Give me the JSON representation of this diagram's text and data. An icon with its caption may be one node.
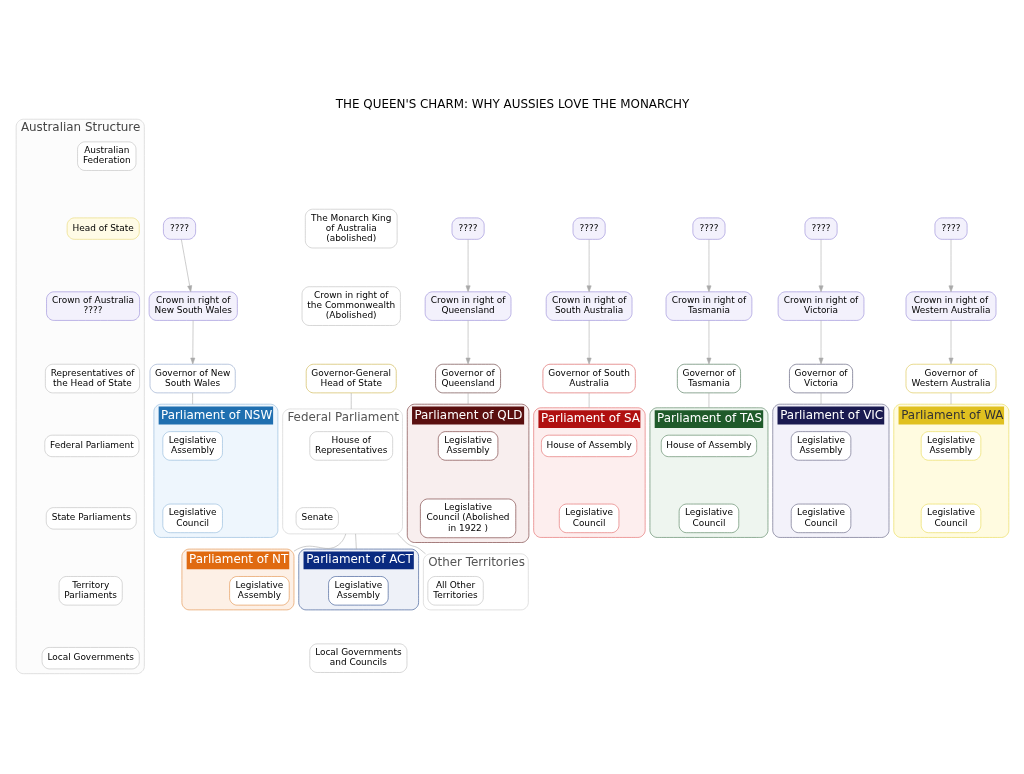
{
  "diagram": {
    "title": "THE QUEEN'S CHARM: WHY AUSSIES LOVE THE MONARCHY",
    "nodes": [
      {
        "text": [
          "Australian Structure"
        ]
      },
      {
        "text": [
          "Australian Federation"
        ],
        "in": 0
      },
      {
        "text": [
          "Head of State"
        ],
        "in": 0
      },
      {
        "text": [
          "Crown of Australia ????"
        ],
        "in": 0
      },
      {
        "text": [
          "Representatives of the Head of State"
        ],
        "in": 0
      },
      {
        "text": [
          "Federal Parliament"
        ],
        "in": 0
      },
      {
        "text": [
          "State Parliaments"
        ],
        "in": 0
      },
      {
        "text": [
          "Territory Parliaments"
        ],
        "in": 0
      },
      {
        "text": [
          "Local Governments"
        ],
        "in": 0
      },
      {
        "text": [
          "The Monarch King of Australia (abolished)"
        ]
      },
      {
        "text": [
          "????"
        ]
      },
      {
        "text": [
          "????"
        ]
      },
      {
        "text": [
          "????"
        ]
      },
      {
        "text": [
          "????"
        ]
      },
      {
        "text": [
          "????"
        ]
      },
      {
        "text": [
          "????"
        ]
      },
      {
        "text": [
          "Crown in right of New South Wales"
        ]
      },
      {
        "text": [
          "Crown in right of Queensland"
        ]
      },
      {
        "text": [
          "Crown in right of South Australia"
        ]
      },
      {
        "text": [
          "Crown in right of the Commonwealth (Abolished)"
        ]
      },
      {
        "text": [
          "Crown in right of Tasmania"
        ]
      },
      {
        "text": [
          "Crown in right of Victoria"
        ]
      },
      {
        "text": [
          "Crown in right of Western Australia"
        ]
      },
      {
        "text": [
          "Governor of New South Wales"
        ]
      },
      {
        "text": [
          "Governor of Queensland"
        ]
      },
      {
        "text": [
          "Governor of South Australia"
        ]
      },
      {
        "text": [
          "Governor-General Head of State"
        ]
      },
      {
        "text": [
          "Governor of Tasmania"
        ]
      },
      {
        "text": [
          "Governor of Victoria"
        ]
      },
      {
        "text": [
          "Governor of Western Australia"
        ]
      },
      {
        "text": [
          "Parliament of NSW"
        ]
      },
      {
        "text": [
          "Legislative Assembly"
        ],
        "in": 30
      },
      {
        "text": [
          "Legislative Council"
        ],
        "in": 30
      },
      {
        "text": [
          "Parliament of QLD"
        ]
      },
      {
        "text": [
          "Legislative Assembly"
        ],
        "in": 33
      },
      {
        "text": [
          "Legislative Council (Abolished in 1922 )"
        ],
        "in": 33
      },
      {
        "text": [
          "Parliament of SA"
        ]
      },
      {
        "text": [
          "House of Assembly"
        ],
        "in": 36
      },
      {
        "text": [
          "Legislative Council"
        ],
        "in": 36
      },
      {
        "text": [
          "Federal Parliament"
        ]
      },
      {
        "text": [
          "House of Representatives"
        ],
        "in": 39
      },
      {
        "text": [
          "Senate"
        ],
        "in": 39
      },
      {
        "text": [
          "Parliament of TAS"
        ]
      },
      {
        "text": [
          "House of Assembly"
        ],
        "in": 42
      },
      {
        "text": [
          "Legislative Council"
        ],
        "in": 42
      },
      {
        "text": [
          "Parliament of VIC"
        ]
      },
      {
        "text": [
          "Legislative Assembly"
        ],
        "in": 45
      },
      {
        "text": [
          "Legislative Council"
        ],
        "in": 45
      },
      {
        "text": [
          "Parliament of WA"
        ]
      },
      {
        "text": [
          "Legislative Assembly"
        ],
        "in": 48
      },
      {
        "text": [
          "Legislative Council"
        ],
        "in": 48
      },
      {
        "text": [
          "Parliament of NT"
        ]
      },
      {
        "text": [
          "Legislative Assembly"
        ],
        "in": 51
      },
      {
        "text": [
          "Parliament of ACT"
        ]
      },
      {
        "text": [
          "Legislative Assembly"
        ],
        "in": 53
      },
      {
        "text": [
          "Other Territories"
        ]
      },
      {
        "text": [
          "All Other Territories"
        ],
        "in": 55
      },
      {
        "text": [
          "Local Governments and Councils"
        ]
      }
    ],
    "edges": [
      {
        "from": 10,
        "to": 16,
        "arrow": "to"
      },
      {
        "from": 11,
        "to": 17,
        "arrow": "to"
      },
      {
        "from": 12,
        "to": 18,
        "arrow": "to"
      },
      {
        "from": 13,
        "to": 20,
        "arrow": "to"
      },
      {
        "from": 14,
        "to": 21,
        "arrow": "to"
      },
      {
        "from": 15,
        "to": 22,
        "arrow": "to"
      },
      {
        "from": 16,
        "to": 23,
        "arrow": "to"
      },
      {
        "from": 17,
        "to": 24,
        "arrow": "to"
      },
      {
        "from": 18,
        "to": 25,
        "arrow": "to"
      },
      {
        "from": 20,
        "to": 27,
        "arrow": "to"
      },
      {
        "from": 21,
        "to": 28,
        "arrow": "to"
      },
      {
        "from": 22,
        "to": 29,
        "arrow": "to"
      },
      {
        "from": 23,
        "to": 30,
        "arrow": "none"
      },
      {
        "from": 24,
        "to": 33,
        "arrow": "none"
      },
      {
        "from": 25,
        "to": 36,
        "arrow": "none"
      },
      {
        "from": 26,
        "to": 39,
        "arrow": "none"
      },
      {
        "from": 27,
        "to": 42,
        "arrow": "none"
      },
      {
        "from": 28,
        "to": 45,
        "arrow": "none"
      },
      {
        "from": 29,
        "to": 48,
        "arrow": "none"
      },
      {
        "from": 39,
        "to": 51,
        "arrow": "none"
      },
      {
        "from": 39,
        "to": 53,
        "arrow": "none"
      },
      {
        "from": 39,
        "to": 55,
        "arrow": "none"
      }
    ]
  }
}
